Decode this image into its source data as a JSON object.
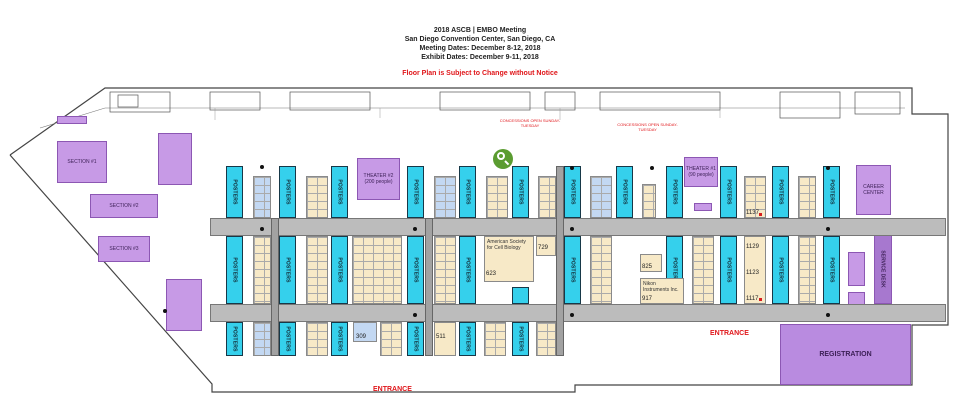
{
  "header": {
    "line1": "2018 ASCB | EMBO Meeting",
    "line2": "San Diego Convention Center, San Diego, CA",
    "line3": "Meeting Dates: December 8-12, 2018",
    "line4": "Exhibit Dates: December 9-11, 2018",
    "notice": "Floor Plan is Subject to Change without Notice"
  },
  "rooms": {
    "section1": "SECTION #1",
    "section2": "SECTION #2",
    "section3": "SECTION #3",
    "theater2": "THEATER #2 (200 people)",
    "theater1": "THEATER #1 (90 people)",
    "career": "CAREER CENTER",
    "service": "SERVICE DESK",
    "registration": "REGISTRATION"
  },
  "posters_label": "POSTERS",
  "exhibitors": {
    "ascb": "American Society for Cell Biology",
    "nikon": "Nikon Instruments Inc."
  },
  "booth_numbers": [
    "623",
    "729",
    "825",
    "917",
    "1129",
    "1123",
    "1117",
    "1137",
    "309",
    "511"
  ],
  "entrances": [
    "ENTRANCE",
    "ENTRANCE"
  ],
  "colors": {
    "posters": "#35d0ec",
    "rooms": "#c79ae6",
    "booths": "#f7e9c7",
    "aisles": "#bcbcbc",
    "notice": "#e0161a",
    "zoom": "#5b9c31"
  },
  "icons": [
    "zoom-icon"
  ]
}
